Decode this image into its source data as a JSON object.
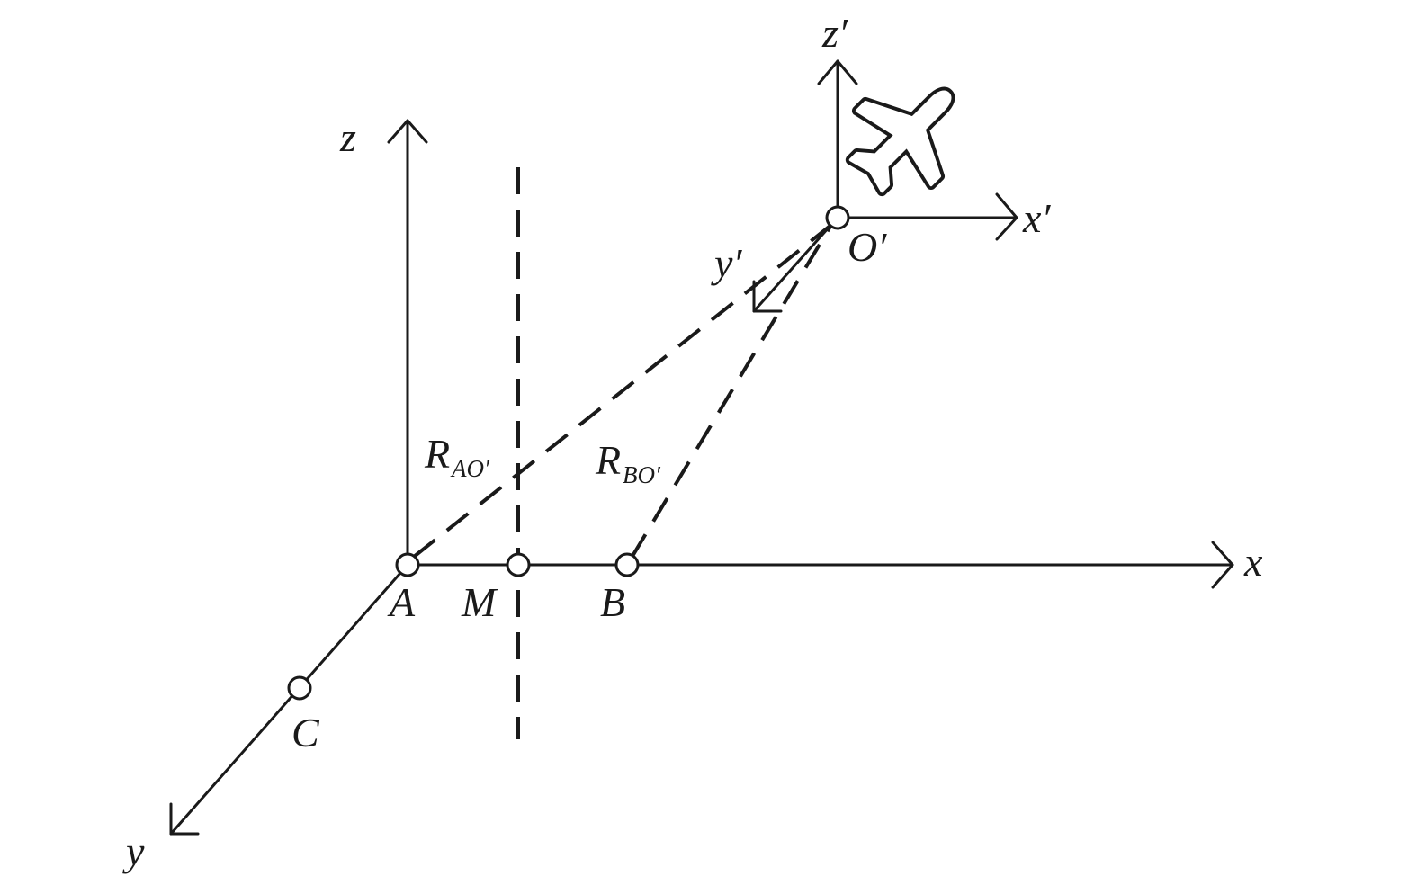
{
  "ground_frame": {
    "x_axis_label": "x",
    "y_axis_label": "y",
    "z_axis_label": "z"
  },
  "aircraft_frame": {
    "x_axis_label": "x′",
    "y_axis_label": "y′",
    "z_axis_label": "z′",
    "origin_label": "O′"
  },
  "points": {
    "A": "A",
    "M": "M",
    "B": "B",
    "C": "C"
  },
  "ranges": {
    "R_AO_main": "R",
    "R_AO_sub": "AO′",
    "R_BO_main": "R",
    "R_BO_sub": "BO′"
  },
  "icons": {
    "aircraft": "airplane-icon"
  }
}
